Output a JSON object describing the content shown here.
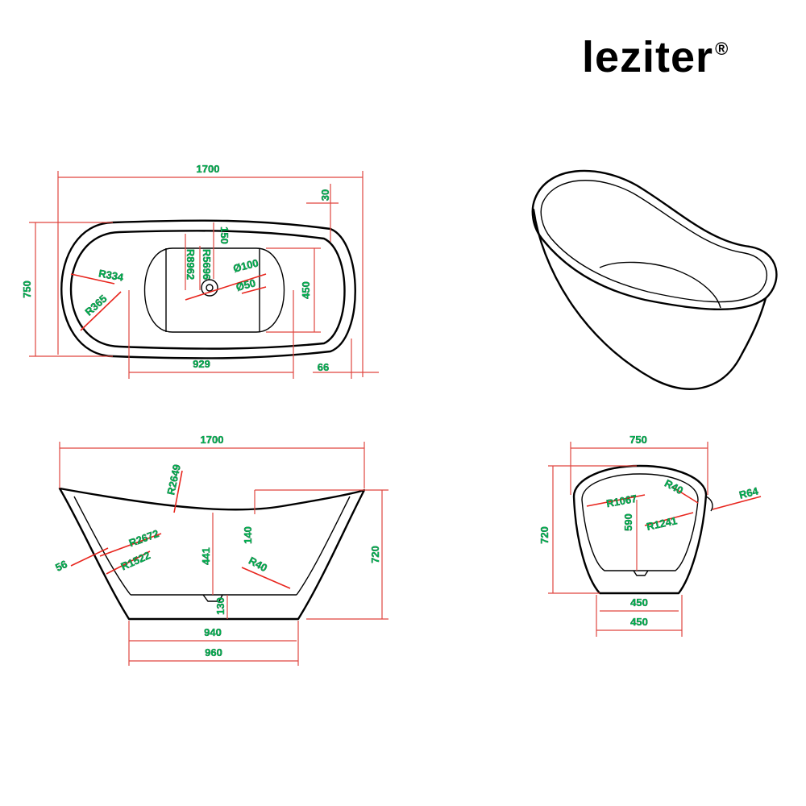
{
  "brand": {
    "name": "leziter",
    "mark": "®"
  },
  "colors": {
    "outline": "#000000",
    "dimension_line": "#e0453f",
    "dimension_text": "#00b050"
  },
  "top_view": {
    "labels": {
      "overall_length": "1700",
      "rim_top": "30",
      "rim_drain": "150",
      "width": "750",
      "r_head_outer": "R334",
      "r_head_inner": "R365",
      "r_large_a": "R8962",
      "r_large_b": "R5696",
      "dia_outer": "Ø100",
      "dia_inner": "Ø50",
      "basin_width": "450",
      "basin_length": "929",
      "rim_offset": "66"
    }
  },
  "side_view": {
    "labels": {
      "overall_length": "1700",
      "r_rim": "R2649",
      "r_wall_a": "R2672",
      "r_wall_b": "R1522",
      "wall_thickness": "56",
      "center_drop": "140",
      "inner_depth": "441",
      "r_corner": "R40",
      "height": "720",
      "base_offset": "130",
      "inner_base": "940",
      "outer_base": "960"
    }
  },
  "end_view": {
    "labels": {
      "overall_width": "750",
      "height": "720",
      "r_wall_outer": "R1067",
      "r_rim": "R40",
      "r_lip": "R64",
      "inner_depth": "590",
      "r_wall_inner": "R1241",
      "inner_base": "450",
      "outer_base": "450"
    }
  }
}
